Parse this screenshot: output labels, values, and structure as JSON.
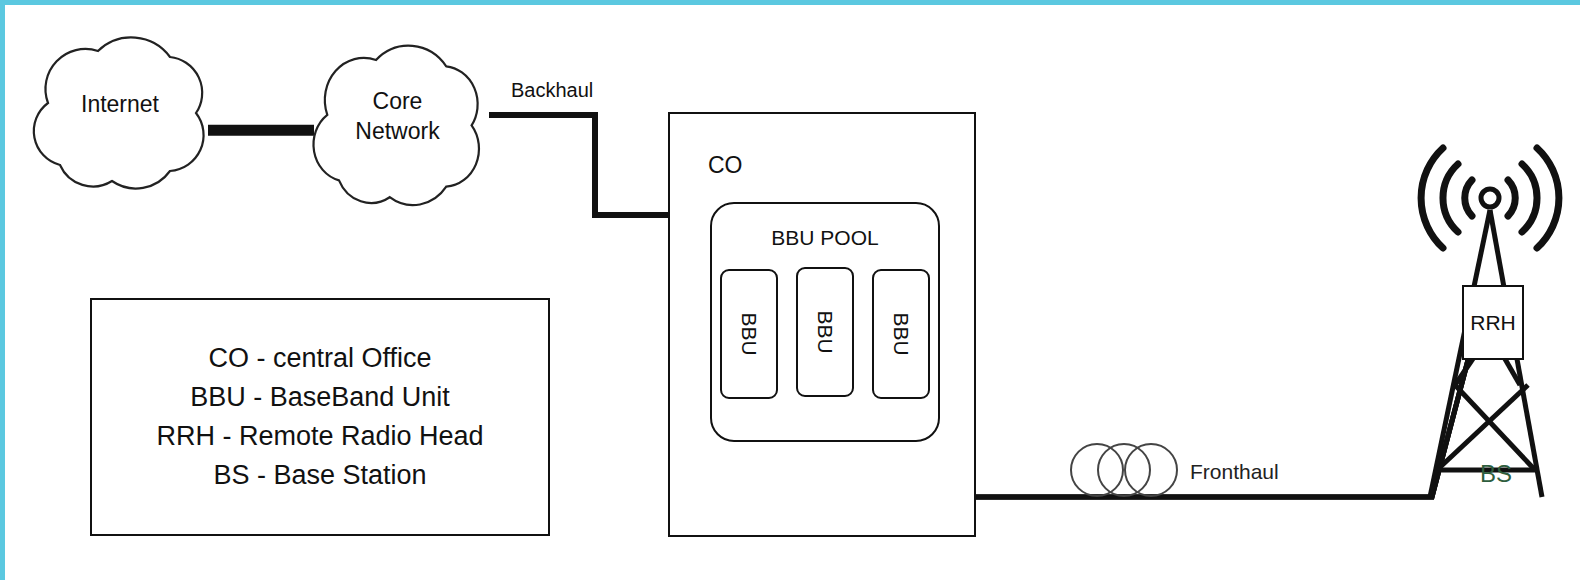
{
  "diagram": {
    "nodes": [
      {
        "text": [
          "Internet"
        ]
      },
      {
        "text": [
          "Core Network"
        ]
      },
      {
        "text": [
          "CO"
        ]
      },
      {
        "text": [
          "BBU POOL"
        ],
        "in": 2
      },
      {
        "text": [
          "BBU"
        ],
        "in": 3
      },
      {
        "text": [
          "BBU"
        ],
        "in": 3
      },
      {
        "text": [
          "BBU"
        ],
        "in": 3
      },
      {
        "text": [
          "RRH"
        ]
      },
      {
        "text": [
          "CO - central Office",
          "BBU - BaseBand Unit",
          "RRH - Remote Radio Head",
          "BS - Base Station"
        ]
      }
    ],
    "edges": [
      {
        "from": 0,
        "to": 1,
        "arrow": "none"
      },
      {
        "from": 1,
        "to": 2,
        "label": "Backhaul",
        "arrow": "none"
      },
      {
        "from": 4,
        "to": 7,
        "arrow": "none"
      },
      {
        "from": 5,
        "to": 7,
        "arrow": "none"
      },
      {
        "from": 6,
        "to": 7,
        "arrow": "none"
      }
    ],
    "labels": [
      "Fronthaul",
      "BS"
    ]
  }
}
